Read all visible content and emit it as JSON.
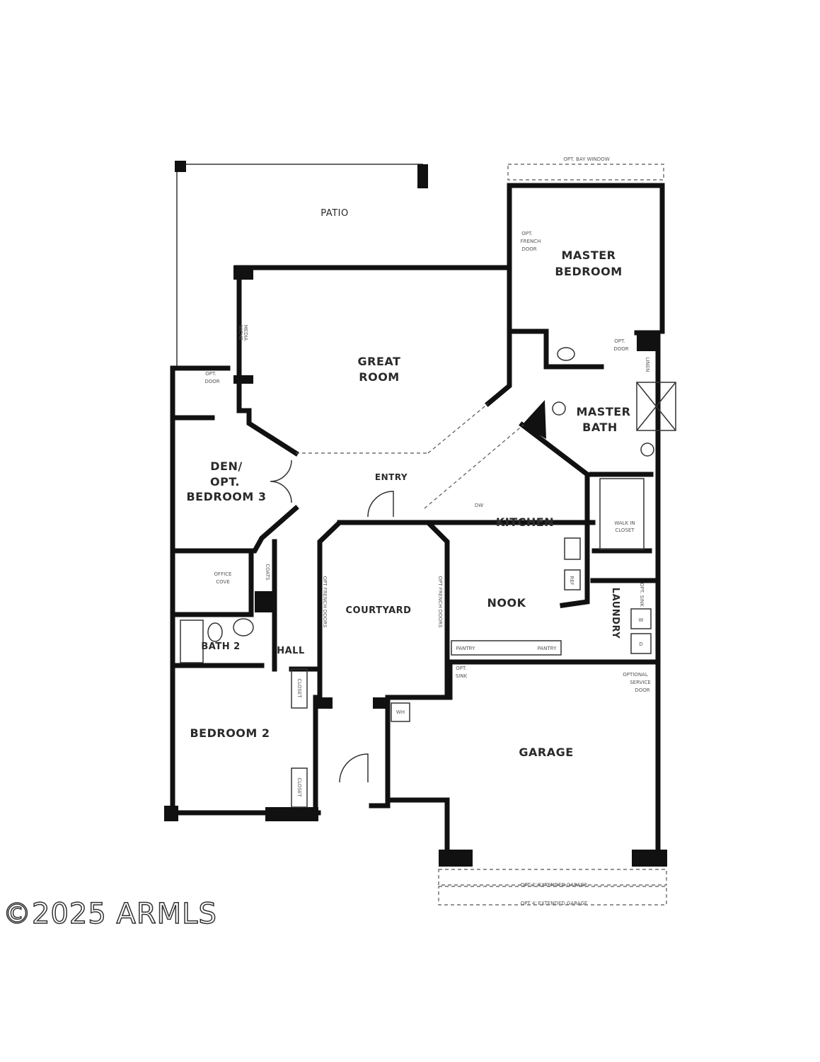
{
  "rooms": {
    "patio": "PATIO",
    "master_bedroom_1": "MASTER",
    "master_bedroom_2": "BEDROOM",
    "great_room_1": "GREAT",
    "great_room_2": "ROOM",
    "master_bath_1": "MASTER",
    "master_bath_2": "BATH",
    "den_1": "DEN/",
    "den_2": "OPT.",
    "den_3": "BEDROOM 3",
    "entry": "ENTRY",
    "kitchen": "KITCHEN",
    "courtyard": "COURTYARD",
    "nook": "NOOK",
    "laundry": "LAUNDRY",
    "bath2": "BATH 2",
    "hall": "HALL",
    "bedroom2": "BEDROOM 2",
    "garage": "GARAGE"
  },
  "notes": {
    "opt_bay_window": "OPT. BAY WINDOW",
    "opt_french_door_1": "OPT.",
    "opt_french_door_2": "FRENCH",
    "opt_french_door_3": "DOOR",
    "media_niche_1": "MEDIA",
    "media_niche_2": "NICHE",
    "opt_door_left_1": "OPT.",
    "opt_door_left_2": "DOOR",
    "opt_door_master_1": "OPT.",
    "opt_door_master_2": "DOOR",
    "linen": "LINEN",
    "dw": "DW",
    "walk_in_closet_1": "WALK IN",
    "walk_in_closet_2": "CLOSET",
    "ref": "REF",
    "office_cove_1": "OFFICE",
    "office_cove_2": "COVE",
    "coats": "COATS",
    "opt_french_doors_left": "OPT FRENCH DOORS",
    "opt_french_doors_right": "OPT FRENCH DOORS",
    "pantry_1": "PANTRY",
    "pantry_2": "PANTRY",
    "opt_sink_garage_1": "OPT.",
    "opt_sink_garage_2": "SINK",
    "opt_sink_laundry": "OPT. SINK",
    "washer": "W",
    "dryer": "D",
    "optional_service_door_1": "OPTIONAL",
    "optional_service_door_2": "SERVICE",
    "optional_service_door_3": "DOOR",
    "closet_1": "CLOSET",
    "closet_2": "CLOSET",
    "wh": "WH",
    "opt_2_extended_garage": "OPT 2' EXTENDED GARAGE",
    "opt_4_extended_garage": "OPT 4' EXTENDED GARAGE"
  },
  "watermark": "©2025 ARMLS"
}
